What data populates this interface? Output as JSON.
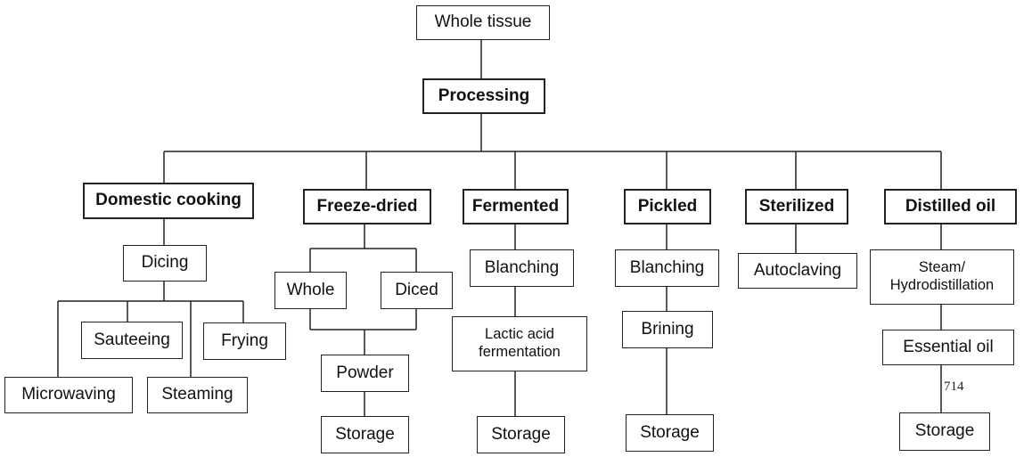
{
  "root": "Whole tissue",
  "processing": "Processing",
  "branches": {
    "domestic": {
      "title": "Domestic cooking",
      "step": "Dicing",
      "methods": [
        "Sauteeing",
        "Frying",
        "Microwaving",
        "Steaming"
      ]
    },
    "freeze": {
      "title": "Freeze-dried",
      "forms": [
        "Whole",
        "Diced"
      ],
      "powder": "Powder",
      "storage": "Storage"
    },
    "fermented": {
      "title": "Fermented",
      "step1": "Blanching",
      "step2_line1": "Lactic acid",
      "step2_line2": "fermentation",
      "storage": "Storage"
    },
    "pickled": {
      "title": "Pickled",
      "step1": "Blanching",
      "step2": "Brining",
      "storage": "Storage"
    },
    "sterilized": {
      "title": "Sterilized",
      "step1": "Autoclaving"
    },
    "distilled": {
      "title": "Distilled oil",
      "step1_line1": "Steam/",
      "step1_line2": "Hydrodistillation",
      "step2": "Essential oil",
      "storage": "Storage"
    }
  },
  "page_number": "714"
}
